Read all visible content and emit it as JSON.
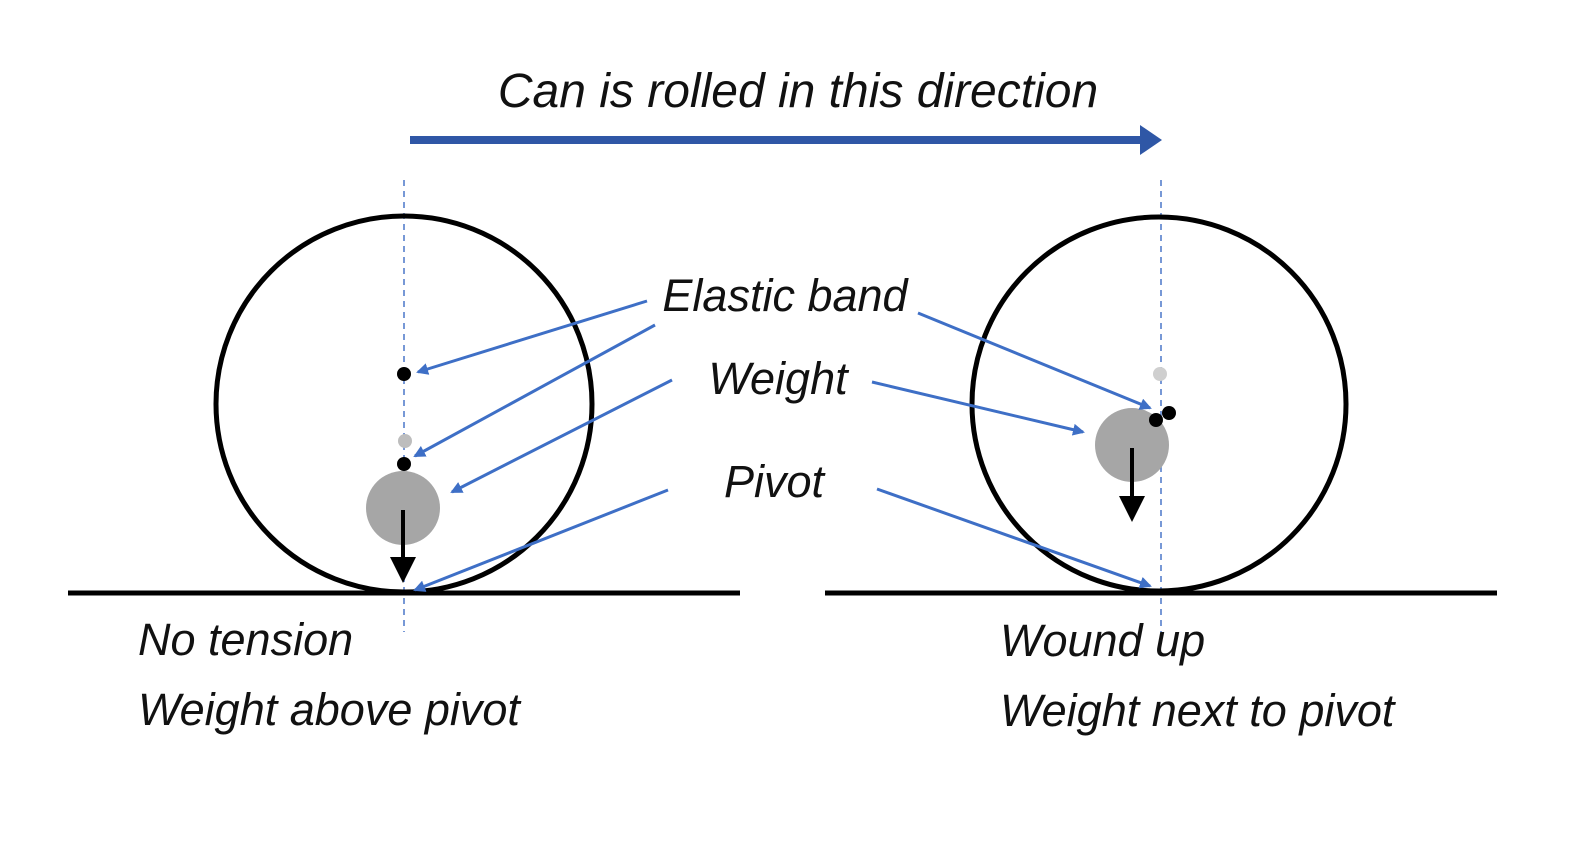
{
  "diagram": {
    "title": "Can is rolled in this direction",
    "center_labels": {
      "elastic_band": "Elastic band",
      "weight": "Weight",
      "pivot": "Pivot"
    },
    "left_state": {
      "line1": "No tension",
      "line2": "Weight above pivot"
    },
    "right_state": {
      "line1": "Wound up",
      "line2": "Weight next to pivot"
    },
    "colors": {
      "arrow_blue": "#3e6fc6",
      "direction_arrow": "#2f57a6",
      "weight_gray": "#a6a6a6",
      "light_gray": "#c4c4c4",
      "ink": "#000000"
    }
  }
}
